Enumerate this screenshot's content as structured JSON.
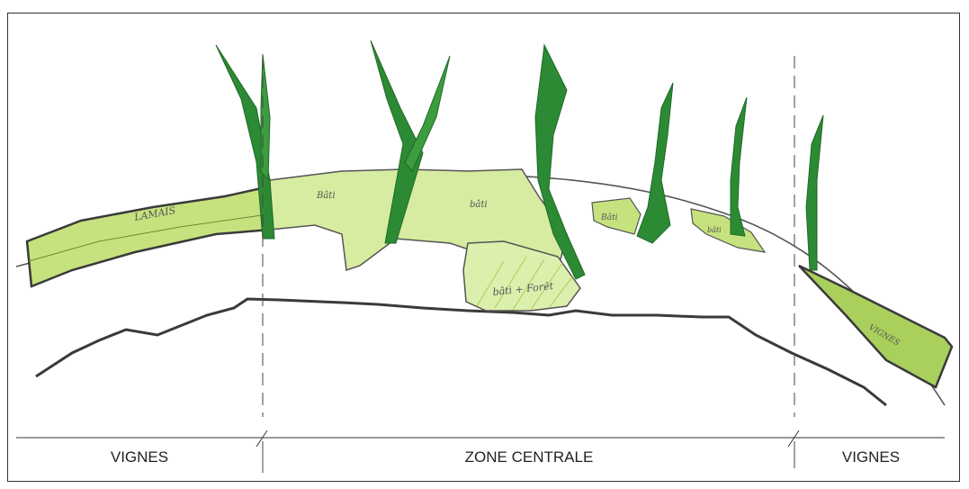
{
  "zones": {
    "left": "VIGNES",
    "center": "ZONE CENTRALE",
    "right": "VIGNES"
  },
  "sketch_labels": [
    "LAMAIS",
    "Bâti",
    "bâti",
    "Bâti",
    "bâti",
    "bâti + Forêt",
    "VIGNES"
  ],
  "colors": {
    "light_green": "#c6e27e",
    "pale_green": "#dcefad",
    "mid_green": "#a9cf5c",
    "dark_green": "#2d8a34",
    "outline": "#3a3a3a"
  }
}
